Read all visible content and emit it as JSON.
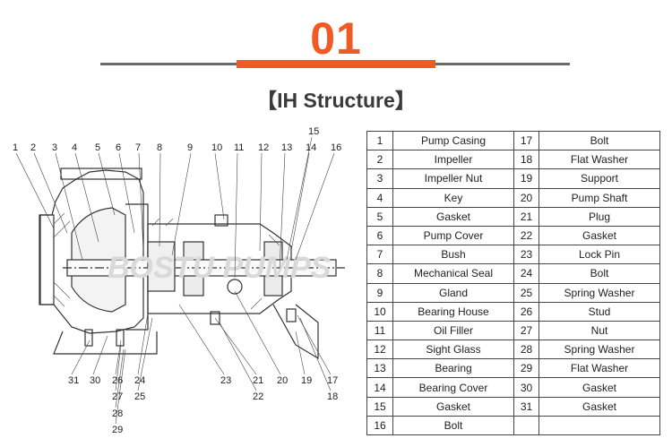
{
  "header": {
    "number": "01",
    "subtitle": "【IH Structure】"
  },
  "drawing": {
    "watermark": "BOSTU PUMPS",
    "top_callouts": [
      "1",
      "2",
      "3",
      "4",
      "5",
      "6",
      "7",
      "8",
      "9",
      "10",
      "11",
      "12",
      "13",
      "15",
      "14",
      "16"
    ],
    "bottom_callouts": [
      "31",
      "30",
      "26",
      "27",
      "28",
      "29",
      "24",
      "25",
      "23",
      "21",
      "22",
      "20",
      "19",
      "17",
      "18"
    ]
  },
  "parts": [
    {
      "no": "1",
      "name": "Pump Casing"
    },
    {
      "no": "2",
      "name": "Impeller"
    },
    {
      "no": "3",
      "name": "Impeller Nut"
    },
    {
      "no": "4",
      "name": "Key"
    },
    {
      "no": "5",
      "name": "Gasket"
    },
    {
      "no": "6",
      "name": "Pump Cover"
    },
    {
      "no": "7",
      "name": "Bush"
    },
    {
      "no": "8",
      "name": "Mechanical Seal"
    },
    {
      "no": "9",
      "name": "Gland"
    },
    {
      "no": "10",
      "name": "Bearing House"
    },
    {
      "no": "11",
      "name": "Oil Filler"
    },
    {
      "no": "12",
      "name": "Sight Glass"
    },
    {
      "no": "13",
      "name": "Bearing"
    },
    {
      "no": "14",
      "name": "Bearing Cover"
    },
    {
      "no": "15",
      "name": "Gasket"
    },
    {
      "no": "16",
      "name": "Bolt"
    },
    {
      "no": "17",
      "name": "Bolt"
    },
    {
      "no": "18",
      "name": "Flat Washer"
    },
    {
      "no": "19",
      "name": "Support"
    },
    {
      "no": "20",
      "name": "Pump Shaft"
    },
    {
      "no": "21",
      "name": "Plug"
    },
    {
      "no": "22",
      "name": "Gasket"
    },
    {
      "no": "23",
      "name": "Lock Pin"
    },
    {
      "no": "24",
      "name": "Bolt"
    },
    {
      "no": "25",
      "name": "Spring Washer"
    },
    {
      "no": "26",
      "name": "Stud"
    },
    {
      "no": "27",
      "name": "Nut"
    },
    {
      "no": "28",
      "name": "Spring Washer"
    },
    {
      "no": "29",
      "name": "Flat Washer"
    },
    {
      "no": "30",
      "name": "Gasket"
    },
    {
      "no": "31",
      "name": "Gasket"
    }
  ]
}
